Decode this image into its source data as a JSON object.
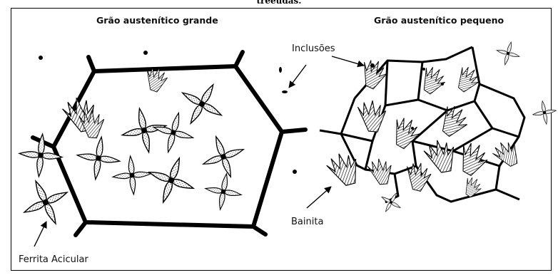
{
  "caption_cut": "treeúdas.",
  "panels": {
    "left": {
      "title": "Grão austenítico grande"
    },
    "right": {
      "title": "Grão austenítico pequeno"
    }
  },
  "annotations": {
    "inclusions": "Inclusões",
    "bainite": "Bainita",
    "acicular_ferrite": "Ferrita Acicular"
  },
  "colors": {
    "ink": "#000000",
    "background": "#ffffff"
  }
}
